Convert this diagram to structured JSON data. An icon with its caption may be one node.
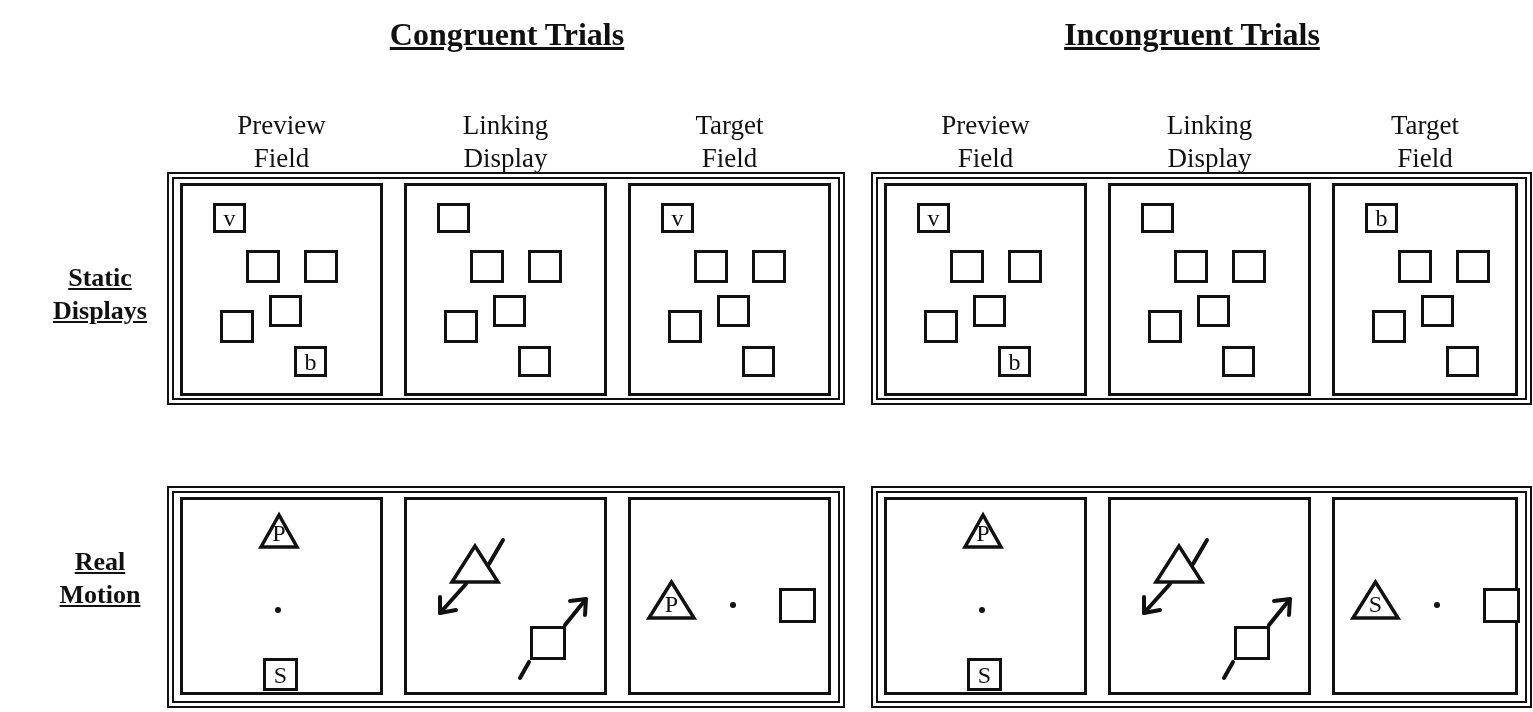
{
  "diagram": {
    "nodes": [
      {
        "text": [],
        "shape": "box"
      },
      {
        "text": [
          "Preview Field"
        ],
        "in": 0
      },
      {
        "text": [
          "v"
        ],
        "in": 1
      },
      {
        "text": [],
        "shape": "box",
        "in": 1
      },
      {
        "text": [],
        "shape": "box",
        "in": 1
      },
      {
        "text": [],
        "shape": "box",
        "in": 1
      },
      {
        "text": [],
        "shape": "box",
        "in": 1
      },
      {
        "text": [
          "b"
        ],
        "in": 1
      },
      {
        "text": [
          "Linking Display"
        ],
        "in": 0
      },
      {
        "text": [],
        "shape": "box",
        "in": 8
      },
      {
        "text": [],
        "shape": "box",
        "in": 8
      },
      {
        "text": [],
        "shape": "box",
        "in": 8
      },
      {
        "text": [],
        "shape": "box",
        "in": 8
      },
      {
        "text": [],
        "shape": "box",
        "in": 8
      },
      {
        "text": [],
        "shape": "box",
        "in": 8
      },
      {
        "text": [
          "Target Field"
        ],
        "in": 0
      },
      {
        "text": [
          "v"
        ],
        "in": 15
      },
      {
        "text": [],
        "shape": "box",
        "in": 15
      },
      {
        "text": [],
        "shape": "box",
        "in": 15
      },
      {
        "text": [],
        "shape": "box",
        "in": 15
      },
      {
        "text": [],
        "shape": "box",
        "in": 15
      },
      {
        "text": [],
        "shape": "box",
        "in": 15
      },
      {
        "text": [],
        "shape": "box"
      },
      {
        "text": [
          "Preview Field"
        ],
        "in": 22
      },
      {
        "text": [
          "v"
        ],
        "in": 23
      },
      {
        "text": [],
        "shape": "box",
        "in": 23
      },
      {
        "text": [],
        "shape": "box",
        "in": 23
      },
      {
        "text": [],
        "shape": "box",
        "in": 23
      },
      {
        "text": [],
        "shape": "box",
        "in": 23
      },
      {
        "text": [
          "b"
        ],
        "in": 23
      },
      {
        "text": [
          "Linking Display"
        ],
        "in": 22
      },
      {
        "text": [],
        "shape": "box",
        "in": 30
      },
      {
        "text": [],
        "shape": "box",
        "in": 30
      },
      {
        "text": [],
        "shape": "box",
        "in": 30
      },
      {
        "text": [],
        "shape": "box",
        "in": 30
      },
      {
        "text": [],
        "shape": "box",
        "in": 30
      },
      {
        "text": [],
        "shape": "box",
        "in": 30
      },
      {
        "text": [
          "Target Field"
        ],
        "in": 22
      },
      {
        "text": [
          "b"
        ],
        "in": 37
      },
      {
        "text": [],
        "shape": "box",
        "in": 37
      },
      {
        "text": [],
        "shape": "box",
        "in": 37
      },
      {
        "text": [],
        "shape": "box",
        "in": 37
      },
      {
        "text": [],
        "shape": "box",
        "in": 37
      },
      {
        "text": [],
        "shape": "box",
        "in": 37
      },
      {
        "text": [],
        "shape": "box"
      },
      {
        "text": [],
        "shape": "box",
        "in": 44
      },
      {
        "text": [
          "P"
        ],
        "in": 45
      },
      {
        "text": [
          "S"
        ],
        "in": 45
      },
      {
        "text": [],
        "shape": "box",
        "in": 44
      },
      {
        "text": [],
        "shape": "triangle",
        "in": 48
      },
      {
        "text": [],
        "shape": "box",
        "in": 48
      },
      {
        "text": [],
        "shape": "box",
        "in": 44
      },
      {
        "text": [
          "P"
        ],
        "in": 51
      },
      {
        "text": [],
        "shape": "box",
        "in": 51
      },
      {
        "text": [],
        "shape": "box"
      },
      {
        "text": [],
        "shape": "box",
        "in": 54
      },
      {
        "text": [
          "P"
        ],
        "in": 55
      },
      {
        "text": [
          "S"
        ],
        "in": 55
      },
      {
        "text": [],
        "shape": "box",
        "in": 54
      },
      {
        "text": [],
        "shape": "triangle",
        "in": 58
      },
      {
        "text": [],
        "shape": "box",
        "in": 58
      },
      {
        "text": [],
        "shape": "box",
        "in": 54
      },
      {
        "text": [
          "S"
        ],
        "in": 61
      },
      {
        "text": [],
        "shape": "box",
        "in": 61
      }
    ],
    "labels": [
      "Congruent Trials",
      "Incongruent Trials",
      "Static Displays",
      "Real Motion"
    ]
  }
}
